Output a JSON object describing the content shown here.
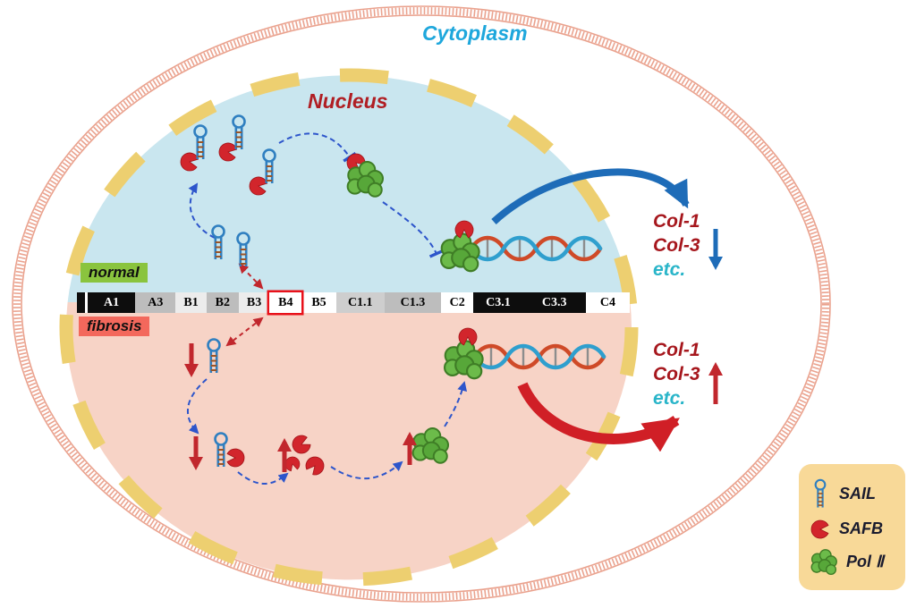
{
  "labels": {
    "cytoplasm": "Cytoplasm",
    "nucleus": "Nucleus",
    "normal": "normal",
    "fibrosis": "fibrosis"
  },
  "gene_bar": {
    "segments": [
      {
        "label": "A1"
      },
      {
        "label": "A3"
      },
      {
        "label": "B1"
      },
      {
        "label": "B2"
      },
      {
        "label": "B3"
      },
      {
        "label": "B4"
      },
      {
        "label": "B5"
      },
      {
        "label": "C1.1"
      },
      {
        "label": "C1.3"
      },
      {
        "label": "C2"
      },
      {
        "label": "C3.1"
      },
      {
        "label": "C3.3"
      },
      {
        "label": "C4"
      }
    ],
    "highlighted_segment": "B4"
  },
  "outcomes": {
    "normal": {
      "genes": [
        "Col-1",
        "Col-3"
      ],
      "etc": "etc.",
      "direction": "down"
    },
    "fibrosis": {
      "genes": [
        "Col-1",
        "Col-3"
      ],
      "etc": "etc.",
      "direction": "up"
    }
  },
  "legend": {
    "items": [
      {
        "label": "SAIL",
        "icon": "sail-hairpin-icon"
      },
      {
        "label": "SAFB",
        "icon": "safb-icon"
      },
      {
        "label": "Pol Ⅱ",
        "icon": "polii-icon"
      }
    ]
  },
  "colors": {
    "membrane": "#eaa28e",
    "nucleus_normal_half": "#c9e6ef",
    "nucleus_fibrosis_half": "#f7d3c6",
    "nuclear_envelope": "#edcf70",
    "sail_blue": "#2f7fc0",
    "safb_red": "#d2252c",
    "polii_green": "#5fae3f",
    "dashed_arrow_blue": "#2d55cb",
    "solid_arrow_blue": "#1e6cb8",
    "solid_arrow_red": "#d01f26",
    "gene_text_red": "#a6171d",
    "etc_teal": "#2ab5c9",
    "legend_bg": "#f8d998",
    "normal_tag_bg": "#8ac43e",
    "fibrosis_tag_bg": "#f3685c"
  }
}
